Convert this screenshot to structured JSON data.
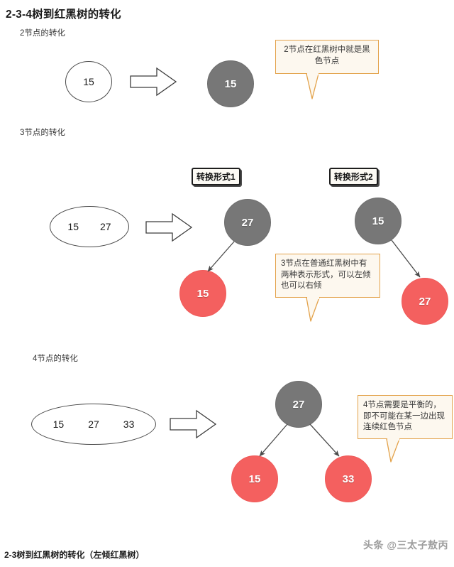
{
  "page": {
    "main_title": "2-3-4树到红黑树的转化",
    "bottom_title": "2-3树到红黑树的转化（左倾红黑树）",
    "watermark": "头条 @三太子敖丙"
  },
  "colors": {
    "black_node": "#777777",
    "red_node": "#f4605f",
    "callout_bg": "#fdf8ef",
    "callout_border": "#e3a24a",
    "outline": "#4a4a4a"
  },
  "sections": [
    {
      "label": "2节点的转化",
      "source_node": {
        "values": [
          "15"
        ]
      },
      "callout": "2节点在红黑树中就是黑色节点",
      "result_nodes": [
        {
          "value": "15",
          "color": "black"
        }
      ]
    },
    {
      "label": "3节点的转化",
      "source_node": {
        "values": [
          "15",
          "27"
        ]
      },
      "callout": "3节点在普通红黑树中有两种表示形式，可以左倾也可以右倾",
      "form_labels": [
        "转换形式1",
        "转换形式2"
      ],
      "form1_nodes": [
        {
          "value": "27",
          "color": "black"
        },
        {
          "value": "15",
          "color": "red"
        }
      ],
      "form2_nodes": [
        {
          "value": "15",
          "color": "black"
        },
        {
          "value": "27",
          "color": "red"
        }
      ]
    },
    {
      "label": "4节点的转化",
      "source_node": {
        "values": [
          "15",
          "27",
          "33"
        ]
      },
      "callout": "4节点需要是平衡的，即不可能在某一边出现连续红色节点",
      "result_nodes": [
        {
          "value": "27",
          "color": "black"
        },
        {
          "value": "15",
          "color": "red"
        },
        {
          "value": "33",
          "color": "red"
        }
      ]
    }
  ]
}
